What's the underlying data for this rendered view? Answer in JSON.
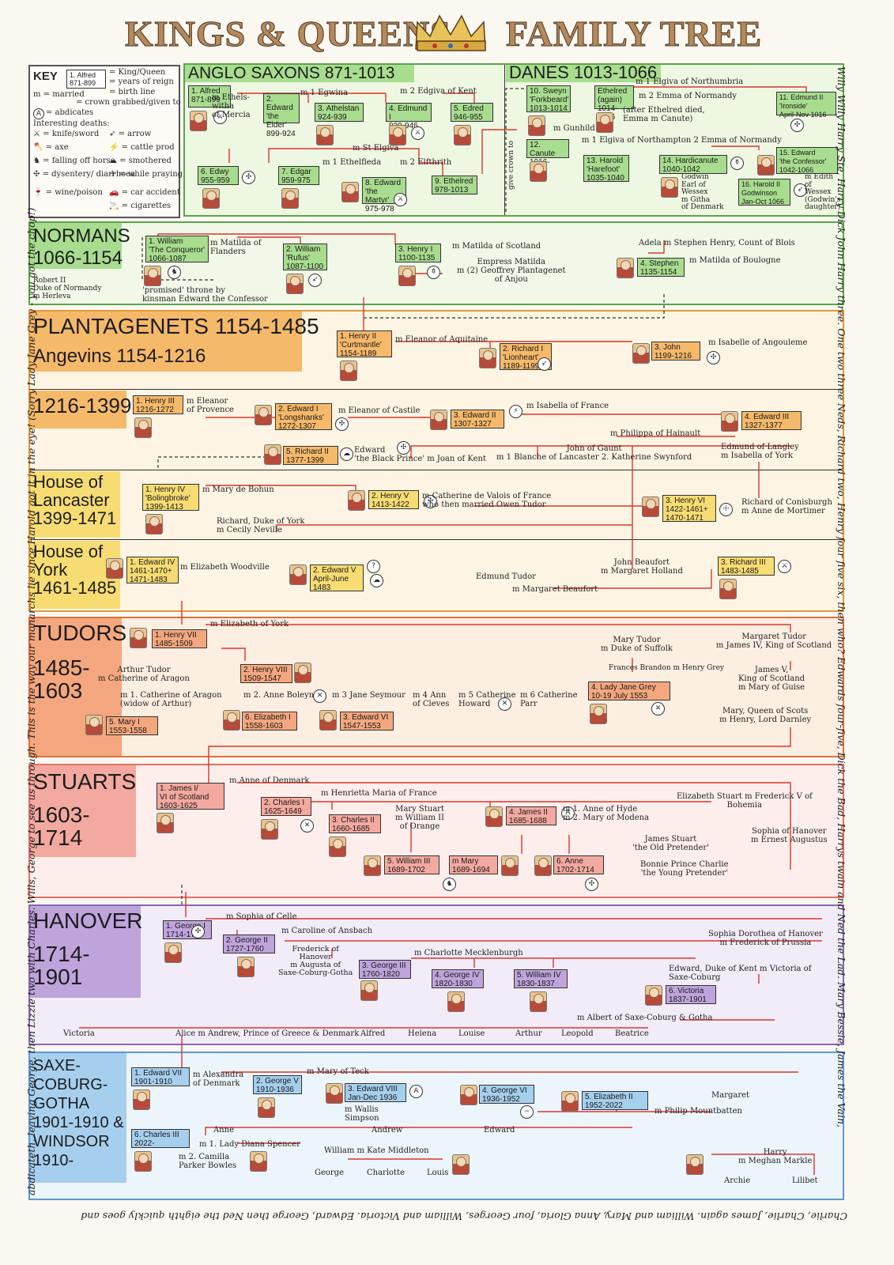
{
  "title_left": "KINGS & QUEENS",
  "title_right": "FAMILY TREE",
  "crown_icon": "crown-icon",
  "key": {
    "heading": "KEY",
    "example_name": "1. Alfred",
    "example_years": "871-899",
    "king_queen": "= King/Queen",
    "years_of_reign": "= years of reign",
    "married": "m = married",
    "birth_line": "= birth line",
    "crown_grabbed": "= crown grabbed/given to",
    "abdicates": "= abdicates",
    "abdicates_symbol": "A",
    "interesting_deaths": "Interesting deaths:",
    "deaths": [
      {
        "icon": "knife-icon",
        "label": "= knife/sword"
      },
      {
        "icon": "arrow-icon",
        "label": "= arrow"
      },
      {
        "icon": "axe-icon",
        "label": "= axe"
      },
      {
        "icon": "cattle-icon",
        "label": "= cattle prod"
      },
      {
        "icon": "horse-icon",
        "label": "= falling off horse"
      },
      {
        "icon": "pillow-icon",
        "label": "= smothered"
      },
      {
        "icon": "dysentery-icon",
        "label": "= dysentery/ diarrhoea"
      },
      {
        "icon": "praying-icon",
        "label": "= while praying"
      },
      {
        "icon": "wine-icon",
        "label": "= wine/poison"
      },
      {
        "icon": "car-icon",
        "label": "= car accident"
      },
      {
        "icon": "cigarette-icon",
        "label": "= cigarettes"
      }
    ]
  },
  "sections": {
    "anglo_saxons": "ANGLO SAXONS 871-1013",
    "danes": "DANES 1013-1066",
    "normans_title": "NORMANS",
    "normans_years": "1066-1154",
    "plantagenets": "PLANTAGENETS 1154-1485",
    "angevins": "Angevins 1154-1216",
    "period_1216": "1216-1399",
    "lancaster": "House of\nLancaster\n1399-1471",
    "york": "House of\nYork\n1461-1485",
    "tudors_title": "TUDORS",
    "tudors_years": "1485-\n1603",
    "stuarts_title": "STUARTS",
    "stuarts_years": "1603-\n1714",
    "hanover_title": "HANOVER",
    "hanover_years": "1714-\n1901",
    "saxe": "SAXE-\nCOBURG-\nGOTHA\n1901-1910 &\nWINDSOR\n1910-"
  },
  "monarchs": {
    "alfred": "1. Alfred\n871-899",
    "edward_elder": "2. Edward\n'the Elder'\n899-924",
    "athelstan": "3. Athelstan\n924-939",
    "edmund1": "4. Edmund I\n939-946",
    "edred": "5. Edred\n946-955",
    "edwy": "6. Edwy\n955-959",
    "edgar": "7. Edgar\n959-975",
    "edward_martyr": "8. Edward\n'the Martyr'\n975-978",
    "ethelred": "9. Ethelred\n978-1013",
    "sweyn": "10. Sweyn\n'Forkbeard'\n1013-1014",
    "ethelred_again": "Ethelred\n(again)\n1014-1016",
    "edmund2": "11. Edmund II\n'Ironside'\nApril-Nov 1016",
    "canute": "12. Canute\n1016-1035",
    "harold_harefoot": "13. Harold\n'Harefoot'\n1035-1040",
    "hardicanute": "14. Hardicanute\n1040-1042",
    "edward_confessor": "15. Edward\n'the Confessor'\n1042-1066",
    "harold2": "16. Harold II\nGodwinson\nJan-Oct 1066",
    "william1": "1. William\n'The Conqueror'\n1066-1087",
    "william2": "2. William\n'Rufus'\n1087-1100",
    "henry1": "3. Henry I\n1100-1135",
    "stephen": "4. Stephen\n1135-1154",
    "henry2": "1. Henry II\n'Curtmantle'\n1154-1189",
    "richard1": "2. Richard I\n'Lionheart'\n1189-1199",
    "john": "3. John\n1199-1216",
    "henry3": "1. Henry III\n1216-1272",
    "edward1": "2. Edward I\n'Longshanks'\n1272-1307",
    "edward2": "3. Edward II\n1307-1327",
    "edward3": "4. Edward III\n1327-1377",
    "richard2": "5. Richard II\n1377-1399",
    "henry4": "1. Henry IV\n'Bolingbroke'\n1399-1413",
    "henry5": "2. Henry V\n1413-1422",
    "henry6": "3. Henry VI\n1422-1461+\n1470-1471",
    "edward4": "1. Edward IV\n1461-1470+\n1471-1483",
    "edward5": "2. Edward V\nApril-June\n1483",
    "richard3": "3. Richard III\n1483-1485",
    "henry7": "1. Henry VII\n1485-1509",
    "henry8": "2. Henry VIII\n1509-1547",
    "jane_grey": "4. Lady Jane Grey\n10-19 July 1553",
    "mary1": "5. Mary I\n1553-1558",
    "elizabeth1": "6. Elizabeth I\n1558-1603",
    "edward6": "3. Edward VI\n1547-1553",
    "james1": "1. James I/\nVI of Scotland\n1603-1625",
    "charles1": "2. Charles I\n1625-1649",
    "charles2": "3. Charles II\n1660-1685",
    "james2": "4. James II\n1685-1688",
    "william3": "5. William III\n1689-1702",
    "mary2": "m Mary\n1689-1694",
    "anne": "6. Anne\n1702-1714",
    "george1": "1. George I\n1714-1727",
    "george2": "2. George II\n1727-1760",
    "george3": "3. George III\n1760-1820",
    "george4": "4. George IV\n1820-1830",
    "william4": "5. William IV\n1830-1837",
    "victoria": "6. Victoria\n1837-1901",
    "edward7": "1. Edward VII\n1901-1910",
    "george5": "2. George V\n1910-1936",
    "edward8": "3. Edward VIII\nJan-Dec 1936",
    "george6": "4. George VI\n1936-1952",
    "elizabeth2": "5. Elizabeth II\n1952-2022",
    "charles3": "6. Charles III\n2022-"
  },
  "notes": {
    "n1": "m Ethels-\nwitha\nof Mercia",
    "n2": "m 1 Egwina",
    "n3": "m 2 Edgiva of Kent",
    "n4": "m St Elgiva",
    "n5": "m 1 Ethelfleda",
    "n6": "m 2 Elfthrith",
    "n7": "m 1 Elgiva of Northumbria",
    "n8": "m 2 Emma of Normandy",
    "n9": "(after Ethelred died,\nEmma m Canute)",
    "n10": "m Gunhild",
    "n11": "m 1 Elgiva of Northampton  2 Emma of Normandy",
    "n12": "Godwin\nEarl of\nWessex\nm Githa\nof Denmark",
    "n13": "m Edith\nof\nWessex\n(Godwin's\ndaughter)",
    "n14": "give crown to",
    "n15": "m Matilda of\nFlanders",
    "n16": "m Matilda of Scotland",
    "n17": "Empress Matilda\nm (2) Geoffrey Plantagenet\nof Anjou",
    "n18": "Adela  m Stephen Henry, Count of Blois",
    "n19": "m Matilda of Boulogne",
    "n20": "Robert II\nDuke of Normandy\nm Herleva",
    "n21": "'promised' throne by\nkinsman Edward the Confessor",
    "n22": "m Eleanor of Aquitaine",
    "n23": "m Isabelle of Angouleme",
    "n24": "m Eleanor\nof Provence",
    "n25": "m Eleanor of Castile",
    "n26": "m Isabella of France",
    "n27": "m Philippa of Hainault",
    "n28": "Edward\n'the Black Prince' m Joan of Kent",
    "n29": "John of Gaunt\nm 1 Blanche of Lancaster  2. Katherine Swynford",
    "n30": "Edmund of Langley\nm Isabella of York",
    "n31": "m Mary de Bohun",
    "n32": "m Catherine de Valois of France\nwho then married Owen Tudor",
    "n33": "Richard of Conisburgh\nm Anne de Mortimer",
    "n34": "Richard, Duke of York\nm Cecily Neville",
    "n35": "m Elizabeth Woodville",
    "n36": "Edmund Tudor",
    "n37": "John Beaufort\nm Margaret Holland",
    "n38": "m Margaret Beaufort",
    "n39": "m Elizabeth of York",
    "n40": "Mary Tudor\nm Duke of Suffolk",
    "n41": "Margaret Tudor\nm James IV, King of Scotland",
    "n42": "Arthur Tudor\nm Catherine of Aragon",
    "n43": "Frances Brandon  m Henry Grey",
    "n44": "James V,\nKing of Scotland\nm Mary of Guise",
    "n45": "m 1. Catherine of Aragon\n(widow of Arthur)",
    "n46": "m 2. Anne Boleyn",
    "n47": "m 3 Jane Seymour",
    "n48": "m 4 Ann\nof Cleves",
    "n49": "m 5 Catherine\nHoward",
    "n50": "m 6 Catherine\nParr",
    "n51": "Mary, Queen of Scots\nm Henry, Lord Darnley",
    "n52": "m Anne of Denmark",
    "n53": "m Henrietta Maria of France",
    "n54": "Elizabeth Stuart  m Frederick V of\nBohemia",
    "n55": "Mary Stuart\nm William II\nof Orange",
    "n56": "m 1. Anne of Hyde\nm 2. Mary of Modena",
    "n57": "James Stuart\n'the Old Pretender'",
    "n58": "Bonnie Prince Charlie\n'the Young Pretender'",
    "n59": "Sophia of Hanover\nm Ernest Augustus",
    "n60": "m Sophia of Celle",
    "n61": "m Caroline of Ansbach",
    "n62": "Sophia Dorothea of Hanover\nm Frederick of Prussia",
    "n63": "Frederick of\nHanover\nm Augusta of\nSaxe-Coburg-Gotha",
    "n64": "m Charlotte Mecklenburgh",
    "n65": "Edward, Duke of Kent  m Victoria of\nSaxe-Coburg",
    "n66": "m Albert of Saxe-Coburg & Gotha",
    "n67": "m Alexandra\nof Denmark",
    "n68": "m Mary of Teck",
    "n69": "m Wallis\nSimpson",
    "n70": "Margaret",
    "n71": "m Philip Mountbatten",
    "n72": "Anne",
    "n73": "Andrew",
    "n74": "Edward",
    "n75": "m 1. Lady Diana Spencer",
    "n76": "m 2. Camilla\nParker Bowles",
    "n77": "William  m Kate Middleton",
    "n78": "George",
    "n79": "Charlotte",
    "n80": "Louis",
    "n81": "Harry\nm Meghan Markle",
    "n82": "Archie",
    "n83": "Lilibet"
  },
  "victoria_children": [
    "Victoria",
    "Alice  m Andrew, Prince of Greece & Denmark",
    "Alfred",
    "Helena",
    "Louise",
    "Arthur",
    "Leopold",
    "Beatrice"
  ],
  "rhyme": {
    "left": "abdicateth, leaving George, then Lizzie two with Charles. Wills, George to see us through. This is the way our monarchs lie since Harold got it in the eye! (Sorry Lady Jane Grey - you got the chop!)",
    "right": "Willy Willy Harry Ste, Harry Dick John Harry three. One two three Neds, Richard two, Henry four five six, then who? Edwards four-five, Dick the Bad, Harrys twain and Ned the Lad. Mary Bessie, James the Vain,",
    "bottom": "Charlie, Charlie, James again. William and Mary, Anna Gloria, four Georges, William and Victoria. Edward, George then Ned the eighth quickly goes and"
  },
  "colors": {
    "green": "#a8dc8f",
    "orange": "#f5b96a",
    "yellow": "#f6dc72",
    "salmon": "#f4a77e",
    "pink": "#f3a99f",
    "lavender": "#bfa4dc",
    "blue": "#a6cfee",
    "red_line": "#d9362d"
  }
}
